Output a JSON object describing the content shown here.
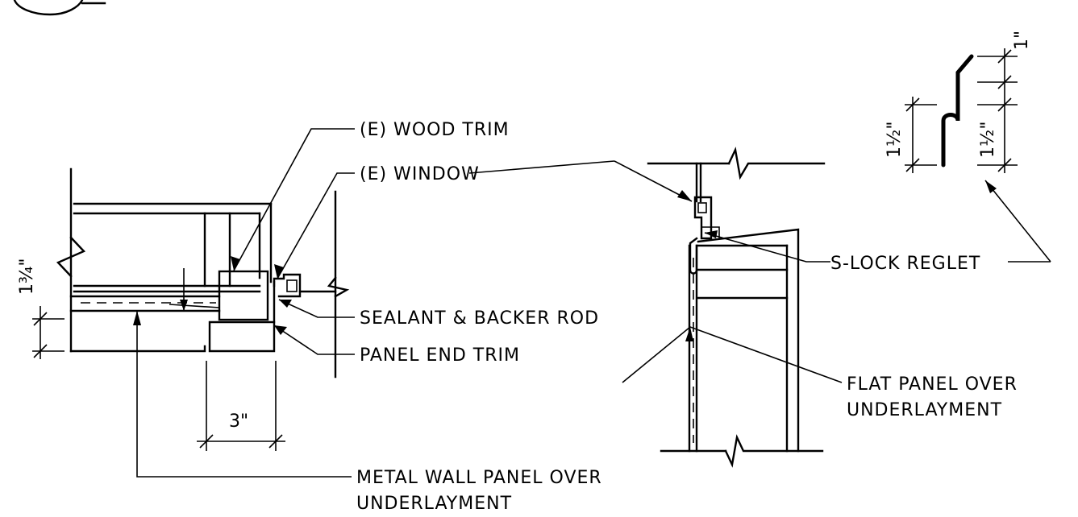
{
  "labels": {
    "wood_trim": "(E) WOOD TRIM",
    "window": "(E) WINDOW",
    "sealant": "SEALANT & BACKER ROD",
    "panel_end_trim": "PANEL END TRIM",
    "metal_panel_line1": "METAL WALL PANEL OVER",
    "metal_panel_line2": "UNDERLAYMENT",
    "s_lock": "S-LOCK REGLET",
    "flat_panel_line1": "FLAT PANEL OVER",
    "flat_panel_line2": "UNDERLAYMENT"
  },
  "dimensions": {
    "panel_depth": "1¾\"",
    "return_width": "3\"",
    "reglet_top": "1\"",
    "reglet_leg_left": "1½\"",
    "reglet_leg_right": "1½\""
  },
  "colors": {
    "ink": "#000000",
    "paper": "#ffffff"
  }
}
